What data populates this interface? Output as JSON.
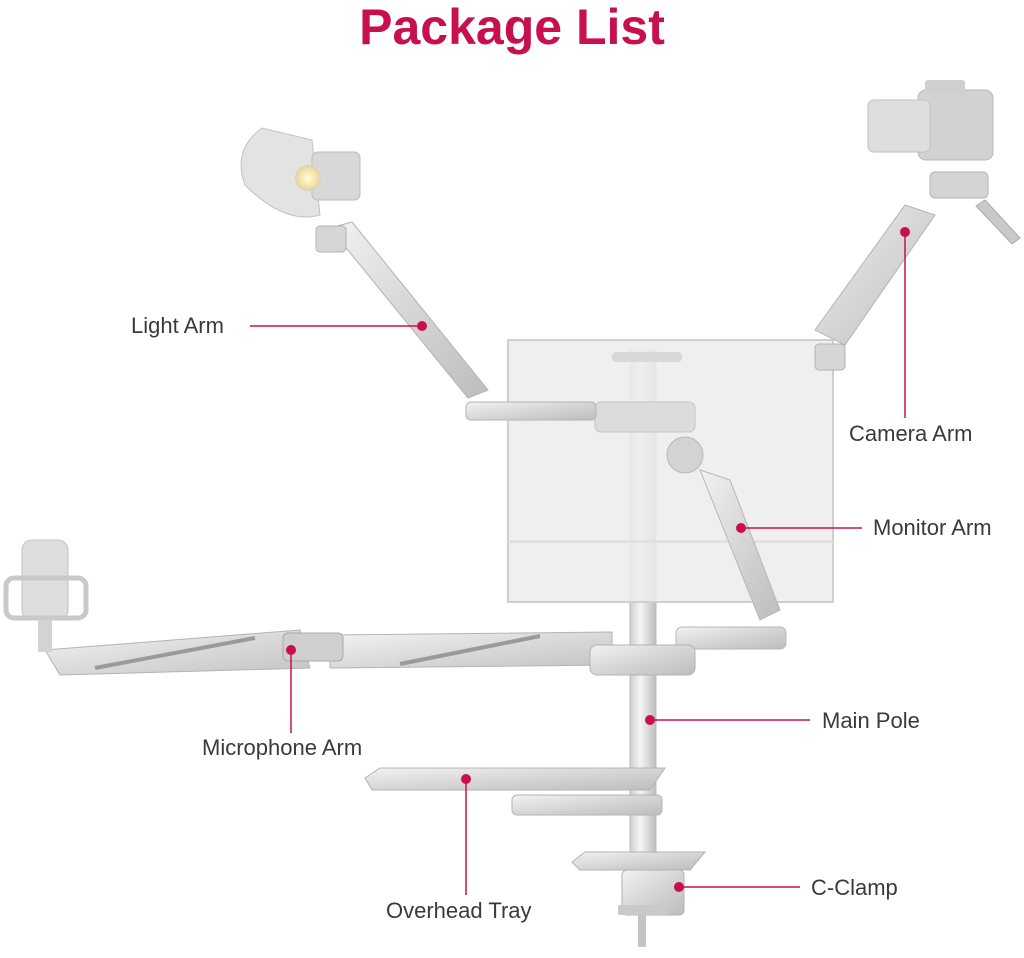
{
  "title": "Package List",
  "accent_color": "#c8104f",
  "labels": {
    "light_arm": "Light Arm",
    "camera_arm": "Camera Arm",
    "monitor_arm": "Monitor Arm",
    "microphone_arm": "Microphone Arm",
    "main_pole": "Main Pole",
    "overhead_tray": "Overhead Tray",
    "c_clamp": "C-Clamp"
  }
}
